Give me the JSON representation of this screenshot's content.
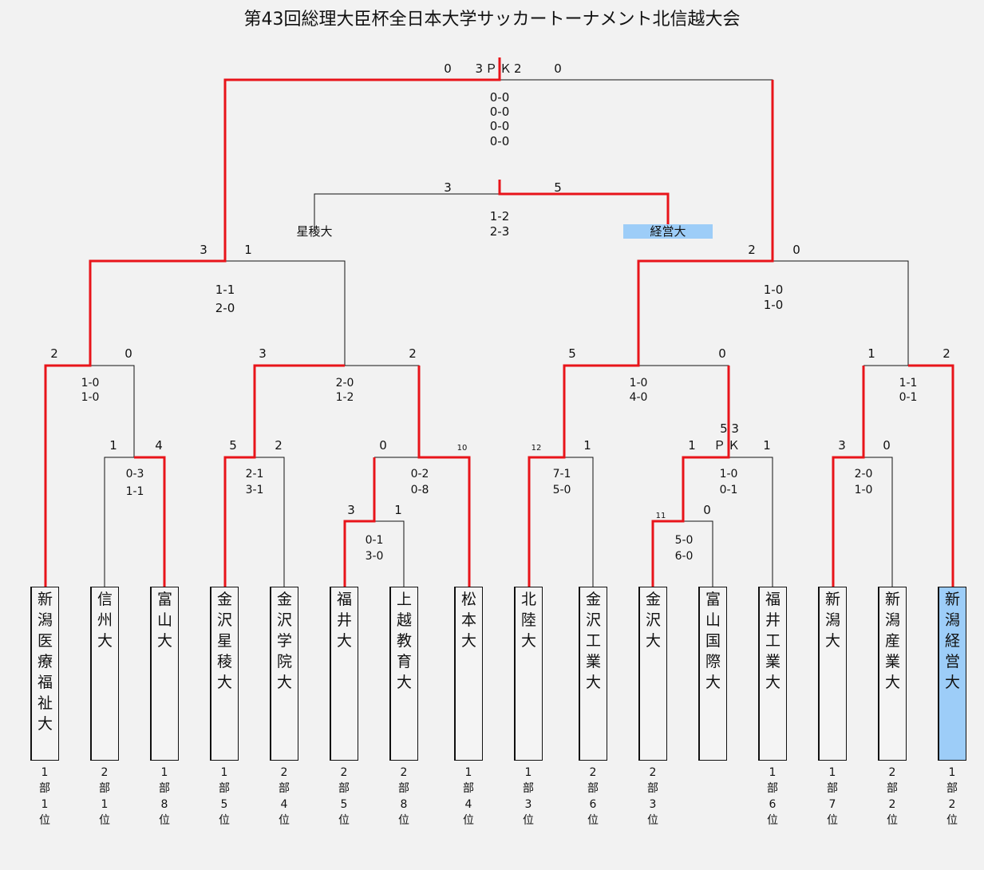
{
  "title": "第43回総理大臣杯全日本大学サッカートーナメント北信越大会",
  "teams": [
    {
      "name": "新潟医療福祉大",
      "rank": "1部1位"
    },
    {
      "name": "信州大",
      "rank": "2部1位"
    },
    {
      "name": "富山大",
      "rank": "1部8位"
    },
    {
      "name": "金沢星稜大",
      "rank": "1部5位"
    },
    {
      "name": "金沢学院大",
      "rank": "2部4位"
    },
    {
      "name": "福井大",
      "rank": "2部5位"
    },
    {
      "name": "上越教育大",
      "rank": "2部8位"
    },
    {
      "name": "松本大",
      "rank": "1部4位"
    },
    {
      "name": "北陸大",
      "rank": "1部3位"
    },
    {
      "name": "金沢工業大",
      "rank": "2部6位"
    },
    {
      "name": "金沢大",
      "rank": "2部3位"
    },
    {
      "name": "富山国際大",
      "rank": ""
    },
    {
      "name": "福井工業大",
      "rank": "1部6位"
    },
    {
      "name": "新潟大",
      "rank": "1部7位"
    },
    {
      "name": "新潟産業大",
      "rank": "2部2位"
    },
    {
      "name": "新潟経営大",
      "rank": "1部2位"
    }
  ],
  "playoff": {
    "left_team": "星稜大",
    "right_team": "経営大"
  },
  "scores": {
    "final_left": "0",
    "final_pk": "3ＰＫ2",
    "final_right": "0",
    "final_halves": [
      "0-0",
      "0-0",
      "0-0",
      "0-0"
    ],
    "third_left": "3",
    "third_right": "5",
    "third_halves": [
      "1-2",
      "2-3"
    ],
    "sf1_left": "3",
    "sf1_right": "1",
    "sf1_halves": [
      "1-1",
      "2-0"
    ],
    "sf2_left": "2",
    "sf2_right": "0",
    "sf2_halves": [
      "1-0",
      "1-0"
    ],
    "qf1_left": "2",
    "qf1_right": "0",
    "qf1_halves": [
      "1-0",
      "1-0"
    ],
    "qf2_left": "3",
    "qf2_right": "2",
    "qf2_halves": [
      "2-0",
      "1-2"
    ],
    "qf3_left": "5",
    "qf3_right": "0",
    "qf3_halves": [
      "1-0",
      "4-0"
    ],
    "qf4_left": "1",
    "qf4_right": "2",
    "qf4_halves": [
      "1-1",
      "0-1"
    ],
    "r2a_left": "1",
    "r2a_right": "4",
    "r2a_halves": [
      "0-3",
      "1-1"
    ],
    "r2b_left": "5",
    "r2b_right": "2",
    "r2b_halves": [
      "2-1",
      "3-1"
    ],
    "r2c_left": "0",
    "r2c_right": "10",
    "r2c_halves": [
      "0-2",
      "0-8"
    ],
    "r2d_left": "12",
    "r2d_right": "1",
    "r2d_halves": [
      "7-1",
      "5-0"
    ],
    "r2e_left": "1",
    "r2e_right": "1",
    "r2e_pk": "5 3",
    "r2e_pk_label": "ＰＫ",
    "r2e_halves": [
      "1-0",
      "0-1"
    ],
    "r2f_left": "3",
    "r2f_right": "0",
    "r2f_halves": [
      "2-0",
      "1-0"
    ],
    "r1a_left": "3",
    "r1a_right": "1",
    "r1a_halves": [
      "0-1",
      "3-0"
    ],
    "r1b_left": "11",
    "r1b_right": "0",
    "r1b_halves": [
      "5-0",
      "6-0"
    ]
  },
  "colors": {
    "win_line": "#e8141a",
    "lose_line": "#111111",
    "highlight": "#9dcdf8",
    "background": "#f2f2f2"
  }
}
